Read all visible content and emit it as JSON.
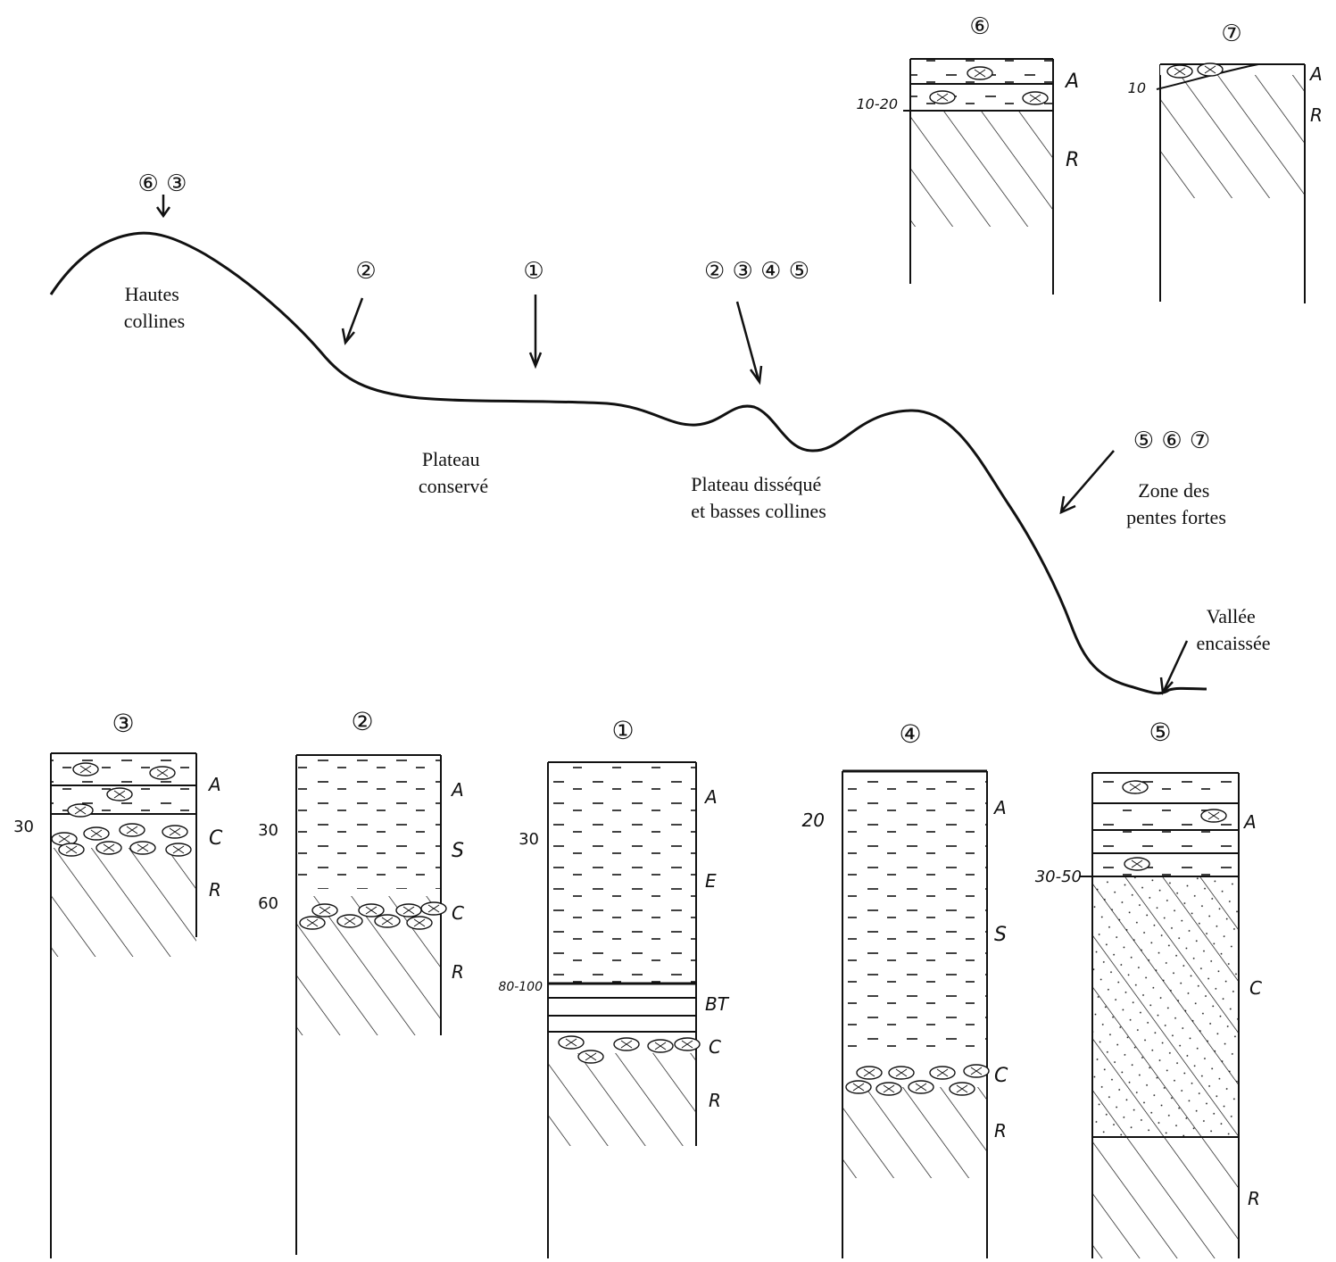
{
  "landscape": {
    "hautes_collines": [
      "Hautes",
      "collines"
    ],
    "plateau_conserve": [
      "Plateau",
      "conservé"
    ],
    "plateau_disseque": [
      "Plateau disséqué",
      "et basses collines"
    ],
    "pentes_fortes": [
      "Zone des",
      "pentes fortes"
    ],
    "vallee": [
      "Vallée",
      "encaissée"
    ],
    "markers": {
      "hautes": "⑥ ③",
      "slope": "②",
      "plateau": "①",
      "disseque": "② ③ ④ ⑤",
      "pentes": "⑤ ⑥ ⑦"
    }
  },
  "profiles": {
    "p6": {
      "title": "⑥",
      "depth": "10-20",
      "labels": [
        "A",
        "R"
      ]
    },
    "p7": {
      "title": "⑦",
      "depth": "10",
      "labels": [
        "A",
        "R"
      ]
    },
    "p3": {
      "title": "③",
      "depth": "30",
      "labels": [
        "A",
        "C",
        "R"
      ]
    },
    "p2": {
      "title": "②",
      "depths": [
        "30",
        "60"
      ],
      "labels": [
        "A",
        "S",
        "C",
        "R"
      ]
    },
    "p1": {
      "title": "①",
      "depths": [
        "30",
        "80-100"
      ],
      "labels": [
        "A",
        "E",
        "BT",
        "C",
        "R"
      ]
    },
    "p4": {
      "title": "④",
      "depth": "20",
      "labels": [
        "A",
        "S",
        "C",
        "R"
      ]
    },
    "p5": {
      "title": "⑤",
      "depth": "30-50",
      "labels": [
        "A",
        "C",
        "R"
      ]
    }
  },
  "colors": {
    "ink": "#111111",
    "background": "#ffffff"
  }
}
